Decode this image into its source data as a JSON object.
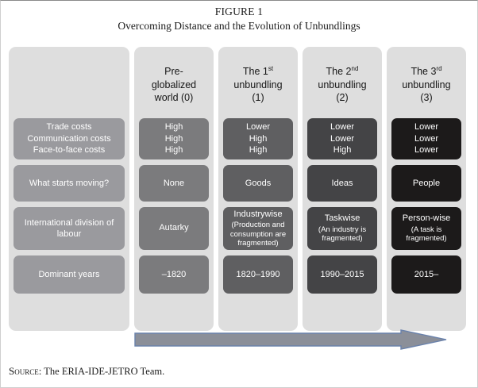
{
  "figure": {
    "label": "FIGURE 1",
    "title": "Overcoming Distance and the Evolution of Unbundlings",
    "source_prefix": "Source:",
    "source_text": "The ERIA-IDE-JETRO Team."
  },
  "colors": {
    "panel_background": "#dedede",
    "label_cell": "#9a9a9e",
    "column_0_cell": "#7b7b7d",
    "column_1_cell": "#5f5f61",
    "column_2_cell": "#444446",
    "column_3_cell": "#1c1a1a",
    "arrow_fill": "#8b8f99",
    "arrow_stroke": "#6a82ac",
    "cell_text": "#ffffff",
    "header_text": "#161616"
  },
  "columns": [
    {
      "header_lines": [
        "Pre-",
        "globalized",
        "world (0)"
      ],
      "ordinal": "",
      "ordinal_suffix": ""
    },
    {
      "header_lines": [
        "The 1",
        "unbundling",
        "(1)"
      ],
      "ordinal": "1",
      "ordinal_suffix": "st"
    },
    {
      "header_lines": [
        "The 2",
        "unbundling",
        "(2)"
      ],
      "ordinal": "2",
      "ordinal_suffix": "nd"
    },
    {
      "header_lines": [
        "The 3",
        "unbundling",
        "(3)"
      ],
      "ordinal": "3",
      "ordinal_suffix": "rd"
    }
  ],
  "rows": [
    {
      "label_lines": [
        "Trade costs",
        "Communication costs",
        "Face-to-face costs"
      ],
      "cells": [
        {
          "lines": [
            "High",
            "High",
            "High"
          ]
        },
        {
          "lines": [
            "Lower",
            "High",
            "High"
          ]
        },
        {
          "lines": [
            "Lower",
            "Lower",
            "High"
          ]
        },
        {
          "lines": [
            "Lower",
            "Lower",
            "Lower"
          ]
        }
      ]
    },
    {
      "label_lines": [
        "What starts moving?"
      ],
      "cells": [
        {
          "lines": [
            "None"
          ]
        },
        {
          "lines": [
            "Goods"
          ]
        },
        {
          "lines": [
            "Ideas"
          ]
        },
        {
          "lines": [
            "People"
          ]
        }
      ]
    },
    {
      "label_lines": [
        "International division of",
        "labour"
      ],
      "cells": [
        {
          "main": "Autarky",
          "sub": ""
        },
        {
          "main": "Industrywise",
          "sub": "(Production and consumption are fragmented)"
        },
        {
          "main": "Taskwise",
          "sub": "(An industry is fragmented)"
        },
        {
          "main": "Person-wise",
          "sub": "(A task is fragmented)"
        }
      ]
    },
    {
      "label_lines": [
        "Dominant years"
      ],
      "cells": [
        {
          "lines": [
            "–1820"
          ]
        },
        {
          "lines": [
            "1820–1990"
          ]
        },
        {
          "lines": [
            "1990–2015"
          ]
        },
        {
          "lines": [
            "2015–"
          ]
        }
      ]
    }
  ],
  "arrow": {
    "name": "time-progression-arrow",
    "direction": "right"
  }
}
